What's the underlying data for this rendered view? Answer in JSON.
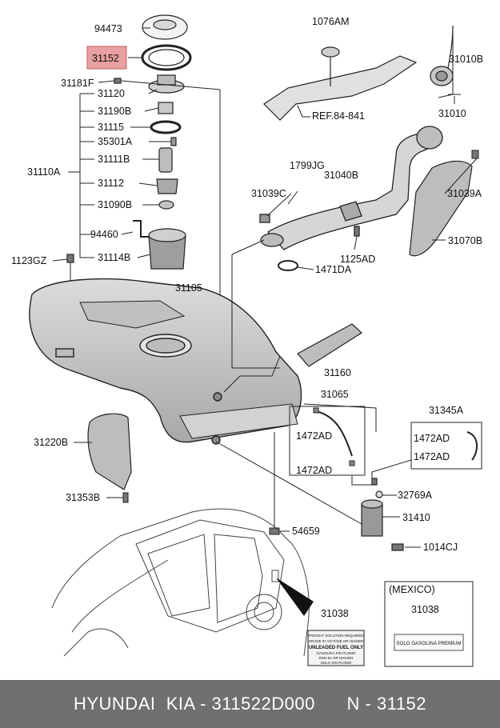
{
  "diagram": {
    "part_numbers": {
      "p94473": "94473",
      "p31152": "31152",
      "p31181F": "31181F",
      "p31120": "31120",
      "p31190B": "31190B",
      "p31115": "31115",
      "p35301A": "35301A",
      "p31111B": "31111B",
      "p31110A": "31110A",
      "p31112": "31112",
      "p31090B": "31090B",
      "p94460": "94460",
      "p31114B": "31114B",
      "p1123GZ": "1123GZ",
      "p31105": "31105",
      "p1076AM": "1076AM",
      "ref": "REF.84-841",
      "p31010B": "31010B",
      "p31010": "31010",
      "p1799JG": "1799JG",
      "p31040B": "31040B",
      "p31039C": "31039C",
      "p31039A": "31039A",
      "p31070B": "31070B",
      "p1125AD": "1125AD",
      "p1471DA": "1471DA",
      "p31160": "31160",
      "p31065": "31065",
      "p1472AD_a": "1472AD",
      "p1472AD_b": "1472AD",
      "p31345A": "31345A",
      "p1472AD_c": "1472AD",
      "p1472AD_d": "1472AD",
      "p32769A": "32769A",
      "p31410": "31410",
      "p1014CJ": "1014CJ",
      "p31220B": "31220B",
      "p31353B": "31353B",
      "p54659": "54659",
      "p31038_a": "31038",
      "p31038_b": "31038",
      "mexico": "(MEXICO)"
    },
    "highlight_color": "#e8a0a0",
    "label_lines": [
      "FREIGHT SOLUTION REQUIRED",
      "GRADE 87 OCTANE OR HIGHER",
      "UNLEADED FUEL ONLY",
      "GASOLINA SIN PLOMO",
      "RON 91 OR HIGHER",
      "SOLO SIN PLOMO"
    ],
    "mexico_label": "SOLO GASOLINA PREMIUM"
  },
  "footer": {
    "text": "HYUNDAI  KIA - 311522D000      N - 31152"
  }
}
